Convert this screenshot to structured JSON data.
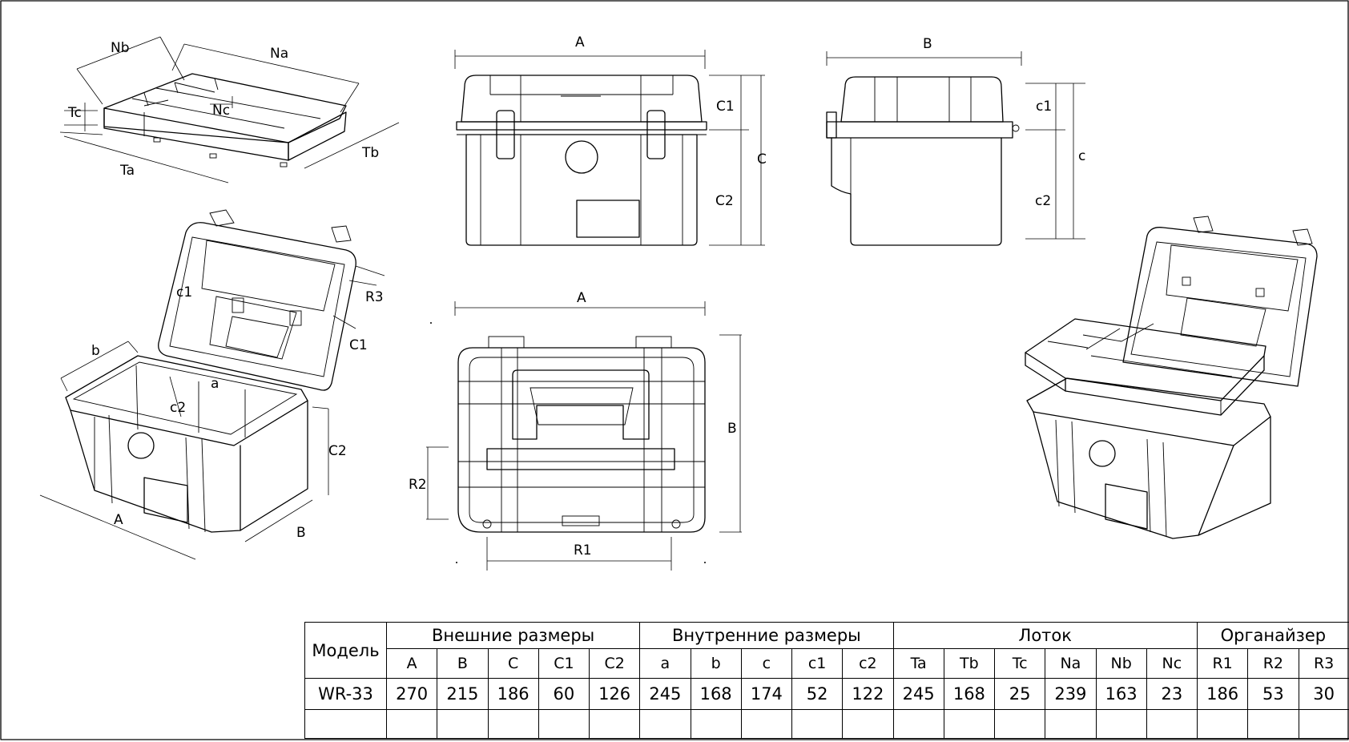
{
  "labels": {
    "tray": {
      "nb": "Nb",
      "na": "Na",
      "tc": "Tc",
      "nc": "Nc",
      "ta": "Ta",
      "tb": "Tb"
    },
    "front": {
      "a": "A",
      "c1": "C1",
      "c2": "C2",
      "c": "C"
    },
    "side": {
      "b": "B",
      "c1": "c1",
      "c2": "c2",
      "c": "c"
    },
    "open": {
      "b": "b",
      "c1": "c1",
      "r3": "R3",
      "a": "a",
      "c2": "c2",
      "big_c1": "C1",
      "big_c2": "C2",
      "big_a": "A",
      "big_b": "B"
    },
    "top": {
      "a": "A",
      "b": "B",
      "r2": "R2",
      "r1": "R1"
    }
  },
  "table": {
    "model_header": "Модель",
    "groups": [
      "Внешние размеры",
      "Внутренние размеры",
      "Лоток",
      "Органайзер"
    ],
    "columns": [
      "A",
      "B",
      "C",
      "C1",
      "C2",
      "a",
      "b",
      "c",
      "c1",
      "c2",
      "Ta",
      "Tb",
      "Tc",
      "Na",
      "Nb",
      "Nc",
      "R1",
      "R2",
      "R3"
    ],
    "rows": [
      {
        "model": "WR-33",
        "values": [
          "270",
          "215",
          "186",
          "60",
          "126",
          "245",
          "168",
          "174",
          "52",
          "122",
          "245",
          "168",
          "25",
          "239",
          "163",
          "23",
          "186",
          "53",
          "30"
        ]
      },
      {
        "model": "",
        "values": [
          "",
          "",
          "",
          "",
          "",
          "",
          "",
          "",
          "",
          "",
          "",
          "",
          "",
          "",
          "",
          "",
          "",
          "",
          ""
        ]
      }
    ]
  }
}
